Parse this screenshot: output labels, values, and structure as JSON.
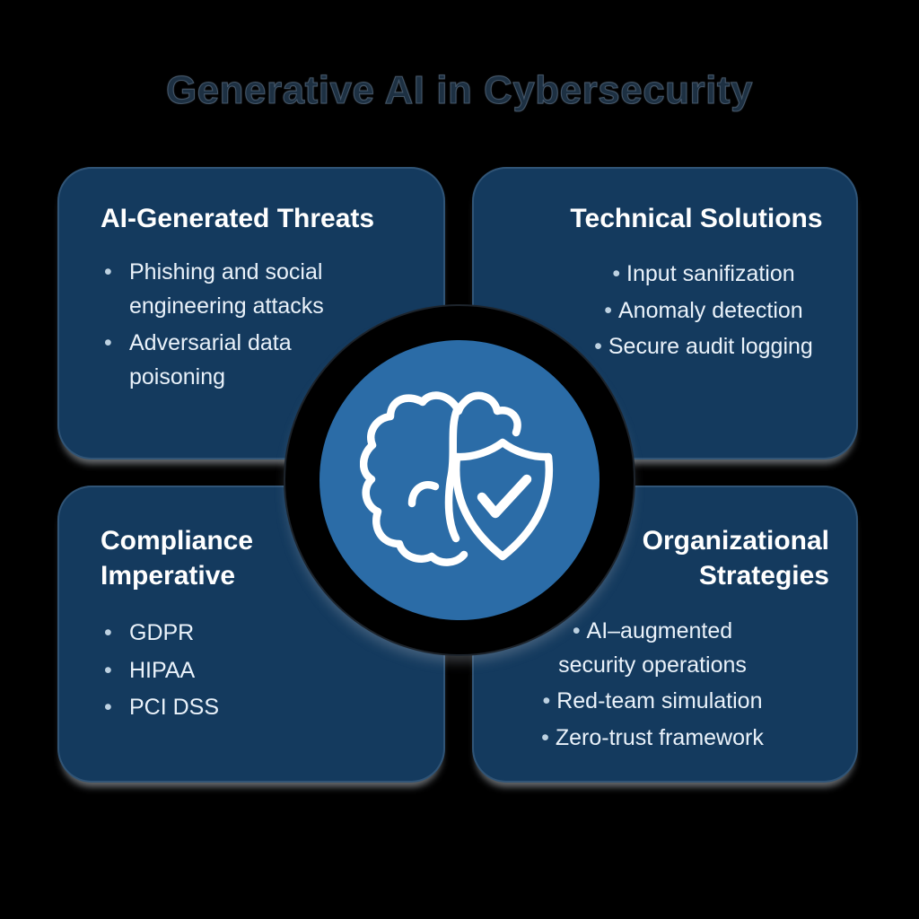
{
  "title": "Generative AI in Cybersecurity",
  "colors": {
    "background": "#000000",
    "card_fill": "#143a5e",
    "card_title_text": "#ffffff",
    "bullet_text": "#eaf2fa",
    "bullet_dot": "#bdd1e1",
    "center_circle_fill": "#2b6ca7",
    "center_ring": "#000000",
    "icon_stroke": "#ffffff",
    "page_title_text": "#1d3042"
  },
  "center": {
    "icon": "brain-shield-check"
  },
  "cards": [
    {
      "position": "top-left",
      "title": "AI-Generated Threats",
      "items": [
        "Phishing and social engineering attacks",
        "Adversarial data poisoning"
      ]
    },
    {
      "position": "top-right",
      "title": "Technical Solutions",
      "items": [
        "Input sanifization",
        "Anomaly detection",
        "Secure audit logging"
      ]
    },
    {
      "position": "bottom-left",
      "title": "Compliance Imperative",
      "items": [
        "GDPR",
        "HIPAA",
        "PCI DSS"
      ]
    },
    {
      "position": "bottom-right",
      "title": "Organizational Strategies",
      "items": [
        "AI–augmented security operations",
        "Red-team simulation",
        "Zero-trust framework"
      ]
    }
  ]
}
